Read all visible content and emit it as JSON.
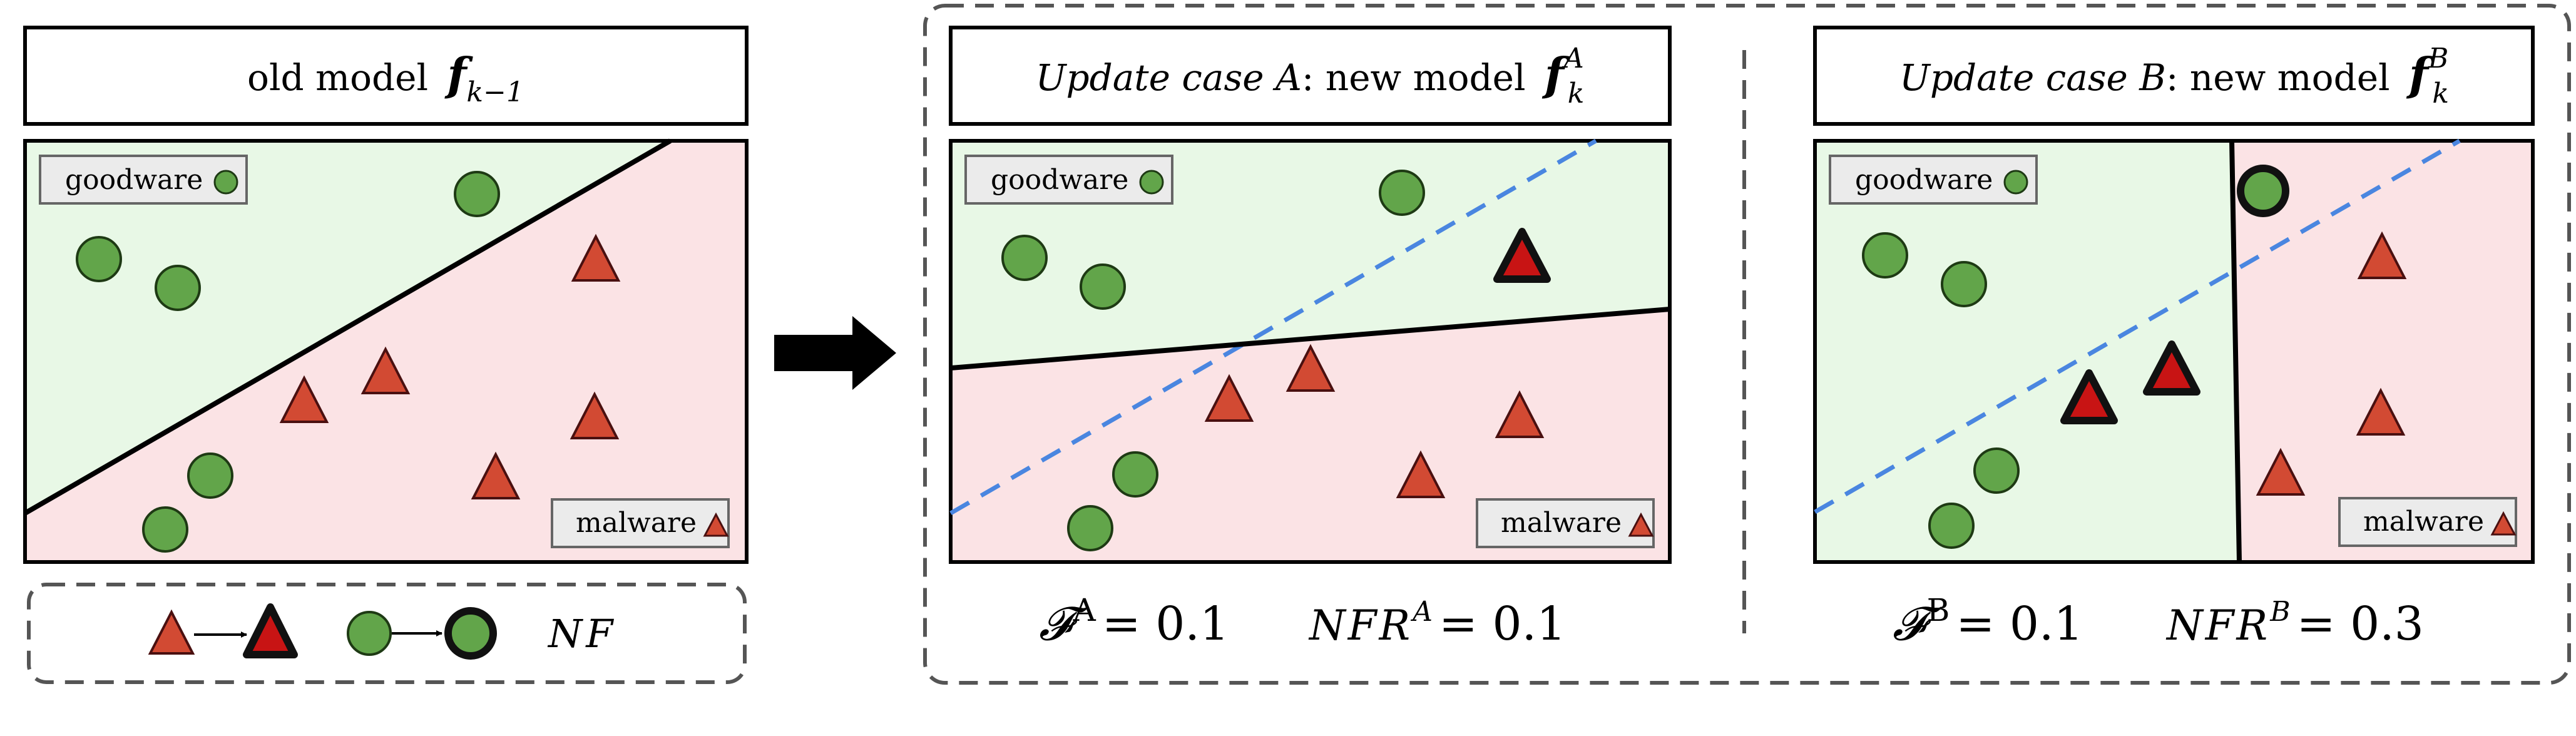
{
  "old_model": {
    "title": "old model",
    "symbol": "f",
    "subscript": "k−1",
    "goodware_label": "goodware",
    "malware_label": "malware"
  },
  "case_a": {
    "title_prefix": "Update case A",
    "title_suffix": ": new model",
    "symbol": "f",
    "subscript": "k",
    "superscript": "A",
    "goodware_label": "goodware",
    "malware_label": "malware",
    "metric_f_symbol": "𝓕",
    "metric_f_sup": "A",
    "metric_f_value": "= 0.1",
    "metric_nfr_symbol": "NFR",
    "metric_nfr_sup": "A",
    "metric_nfr_value": "= 0.1"
  },
  "case_b": {
    "title_prefix": "Update case B",
    "title_suffix": ": new model",
    "symbol": "f",
    "subscript": "k",
    "superscript": "B",
    "goodware_label": "goodware",
    "malware_label": "malware",
    "metric_f_symbol": "𝓕",
    "metric_f_sup": "B",
    "metric_f_value": "= 0.1",
    "metric_nfr_symbol": "NFR",
    "metric_nfr_sup": "B",
    "metric_nfr_value": "= 0.3"
  },
  "legend": {
    "nf_label": "NF"
  },
  "colors": {
    "goodware_region": "#e8f8e6",
    "malware_region": "#fbe3e5",
    "goodware_point": "#62a54a",
    "malware_point": "#d24a33",
    "nf_malware_fill": "#c81414",
    "dashed_boundary": "#4a86e0"
  }
}
